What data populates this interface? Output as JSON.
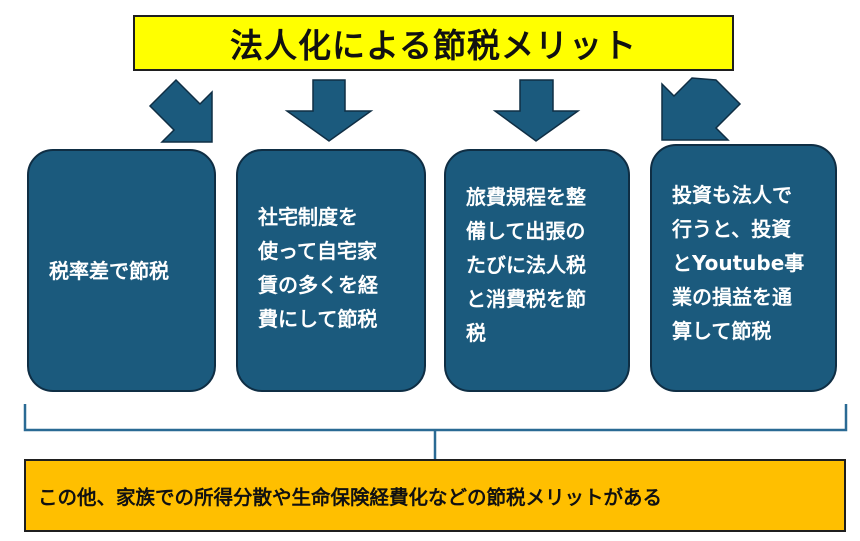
{
  "title": "法人化による節税メリット",
  "cards": [
    {
      "text": "税率差で節税"
    },
    {
      "text": "社宅制度を\n使って自宅家\n賃の多くを経\n費にして節税"
    },
    {
      "text": "旅費規程を整\n備して出張の\nたびに法人税\nと消費税を節\n税"
    },
    {
      "text": "投資も法人で\n行うと、投資\nとYoutube事\n業の損益を通\n算して節税"
    }
  ],
  "bottom": {
    "text": "この他、家族での所得分散や生命保険経費化などの節税メリットがある"
  },
  "colors": {
    "title_bg": "#ffff00",
    "card_bg": "#1b5a7d",
    "arrow": "#1b5a7d",
    "bracket": "#2a6a94",
    "bottom_bg": "#ffbf00"
  }
}
